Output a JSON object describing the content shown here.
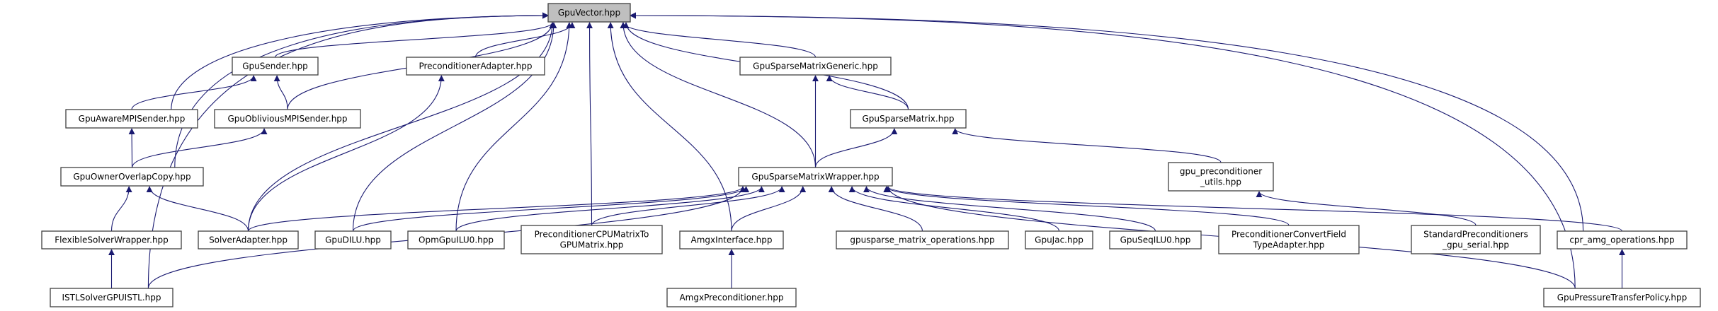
{
  "graph": {
    "edge_color": "#191970",
    "root_fill": "#bfbfbf",
    "nodes": {
      "gpuvector": {
        "label": [
          "GpuVector.hpp"
        ],
        "root": true
      },
      "gpusender": {
        "label": [
          "GpuSender.hpp"
        ]
      },
      "precadapter": {
        "label": [
          "PreconditionerAdapter.hpp"
        ]
      },
      "spgeneric": {
        "label": [
          "GpuSparseMatrixGeneric.hpp"
        ]
      },
      "awaremsender": {
        "label": [
          "GpuAwareMPISender.hpp"
        ]
      },
      "obliviousmsender": {
        "label": [
          "GpuObliviousMPISender.hpp"
        ]
      },
      "spmatrix": {
        "label": [
          "GpuSparseMatrix.hpp"
        ]
      },
      "owneroverlap": {
        "label": [
          "GpuOwnerOverlapCopy.hpp"
        ]
      },
      "spwrapper": {
        "label": [
          "GpuSparseMatrixWrapper.hpp"
        ]
      },
      "precutils": {
        "label": [
          "gpu_preconditioner",
          "_utils.hpp"
        ]
      },
      "flexsolver": {
        "label": [
          "FlexibleSolverWrapper.hpp"
        ]
      },
      "solveradapter": {
        "label": [
          "SolverAdapter.hpp"
        ]
      },
      "gpudilu": {
        "label": [
          "GpuDILU.hpp"
        ]
      },
      "opmilu0": {
        "label": [
          "OpmGpuILU0.hpp"
        ]
      },
      "preccpu": {
        "label": [
          "PreconditionerCPUMatrixTo",
          "GPUMatrix.hpp"
        ]
      },
      "amgxinterface": {
        "label": [
          "AmgxInterface.hpp"
        ]
      },
      "spops": {
        "label": [
          "gpusparse_matrix_operations.hpp"
        ]
      },
      "gpujac": {
        "label": [
          "GpuJac.hpp"
        ]
      },
      "seqilu0": {
        "label": [
          "GpuSeqILU0.hpp"
        ]
      },
      "precconvert": {
        "label": [
          "PreconditionerConvertField",
          "TypeAdapter.hpp"
        ]
      },
      "stdprec": {
        "label": [
          "StandardPreconditioners",
          "_gpu_serial.hpp"
        ]
      },
      "cpramg": {
        "label": [
          "cpr_amg_operations.hpp"
        ]
      },
      "istlsolver": {
        "label": [
          "ISTLSolverGPUISTL.hpp"
        ]
      },
      "amgxprec": {
        "label": [
          "AmgxPreconditioner.hpp"
        ]
      },
      "pressure": {
        "label": [
          "GpuPressureTransferPolicy.hpp"
        ]
      }
    },
    "edges": [
      [
        "gpusender",
        "gpuvector"
      ],
      [
        "precadapter",
        "gpuvector"
      ],
      [
        "spgeneric",
        "gpuvector"
      ],
      [
        "awaremsender",
        "gpuvector"
      ],
      [
        "obliviousmsender",
        "gpuvector"
      ],
      [
        "spmatrix",
        "gpuvector"
      ],
      [
        "owneroverlap",
        "gpuvector"
      ],
      [
        "spwrapper",
        "gpuvector"
      ],
      [
        "solveradapter",
        "gpuvector"
      ],
      [
        "gpudilu",
        "gpuvector"
      ],
      [
        "opmilu0",
        "gpuvector"
      ],
      [
        "preccpu",
        "gpuvector"
      ],
      [
        "amgxinterface",
        "gpuvector"
      ],
      [
        "istlsolver",
        "gpuvector"
      ],
      [
        "cpramg",
        "gpuvector"
      ],
      [
        "pressure",
        "gpuvector"
      ],
      [
        "awaremsender",
        "gpusender"
      ],
      [
        "obliviousmsender",
        "gpusender"
      ],
      [
        "solveradapter",
        "precadapter"
      ],
      [
        "spwrapper",
        "spgeneric"
      ],
      [
        "spmatrix",
        "spgeneric"
      ],
      [
        "spwrapper",
        "spmatrix"
      ],
      [
        "precutils",
        "spmatrix"
      ],
      [
        "owneroverlap",
        "awaremsender"
      ],
      [
        "owneroverlap",
        "obliviousmsender"
      ],
      [
        "flexsolver",
        "owneroverlap"
      ],
      [
        "solveradapter",
        "owneroverlap"
      ],
      [
        "istlsolver",
        "flexsolver"
      ],
      [
        "solveradapter",
        "spwrapper"
      ],
      [
        "gpudilu",
        "spwrapper"
      ],
      [
        "opmilu0",
        "spwrapper"
      ],
      [
        "preccpu",
        "spwrapper"
      ],
      [
        "amgxinterface",
        "spwrapper"
      ],
      [
        "istlsolver",
        "spwrapper"
      ],
      [
        "spops",
        "spwrapper"
      ],
      [
        "gpujac",
        "spwrapper"
      ],
      [
        "seqilu0",
        "spwrapper"
      ],
      [
        "precconvert",
        "spwrapper"
      ],
      [
        "pressure",
        "spwrapper"
      ],
      [
        "cpramg",
        "spwrapper"
      ],
      [
        "stdprec",
        "precutils"
      ],
      [
        "amgxprec",
        "amgxinterface"
      ],
      [
        "pressure",
        "cpramg"
      ]
    ]
  }
}
